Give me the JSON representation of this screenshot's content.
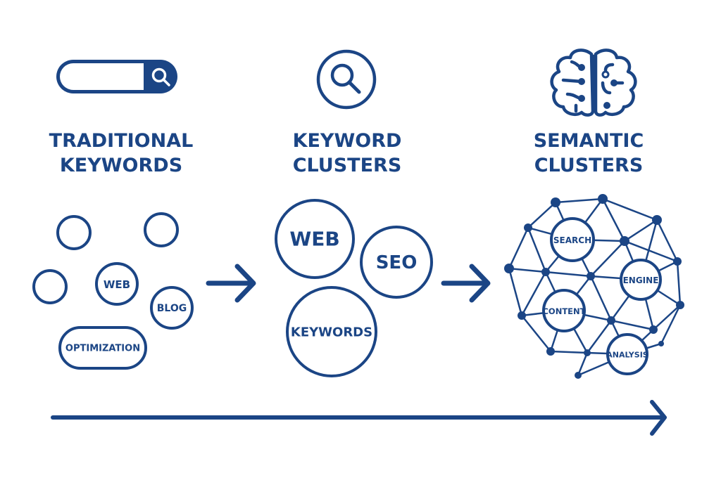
{
  "colors": {
    "primary": "#1b4585",
    "background": "#ffffff"
  },
  "stages": [
    {
      "id": "traditional",
      "icon": "search-bar-icon",
      "heading": [
        "TRADITIONAL",
        "KEYWORDS"
      ],
      "bubbles": [
        "",
        "",
        "",
        "WEB",
        "BLOG",
        "OPTIMIZATION"
      ]
    },
    {
      "id": "keyword-clusters",
      "icon": "magnifier-circle-icon",
      "heading": [
        "KEYWORD",
        "CLUSTERS"
      ],
      "bubbles": [
        "WEB",
        "SEO",
        "KEYWORDS"
      ]
    },
    {
      "id": "semantic-clusters",
      "icon": "brain-icon",
      "heading": [
        "SEMANTIC",
        "CLUSTERS"
      ],
      "bubbles": [
        "SEARCH",
        "ENGINE",
        "CONTENT",
        "ANALYSIS"
      ]
    }
  ],
  "arrows": [
    "stage-arrow-1",
    "stage-arrow-2",
    "timeline-arrow"
  ]
}
